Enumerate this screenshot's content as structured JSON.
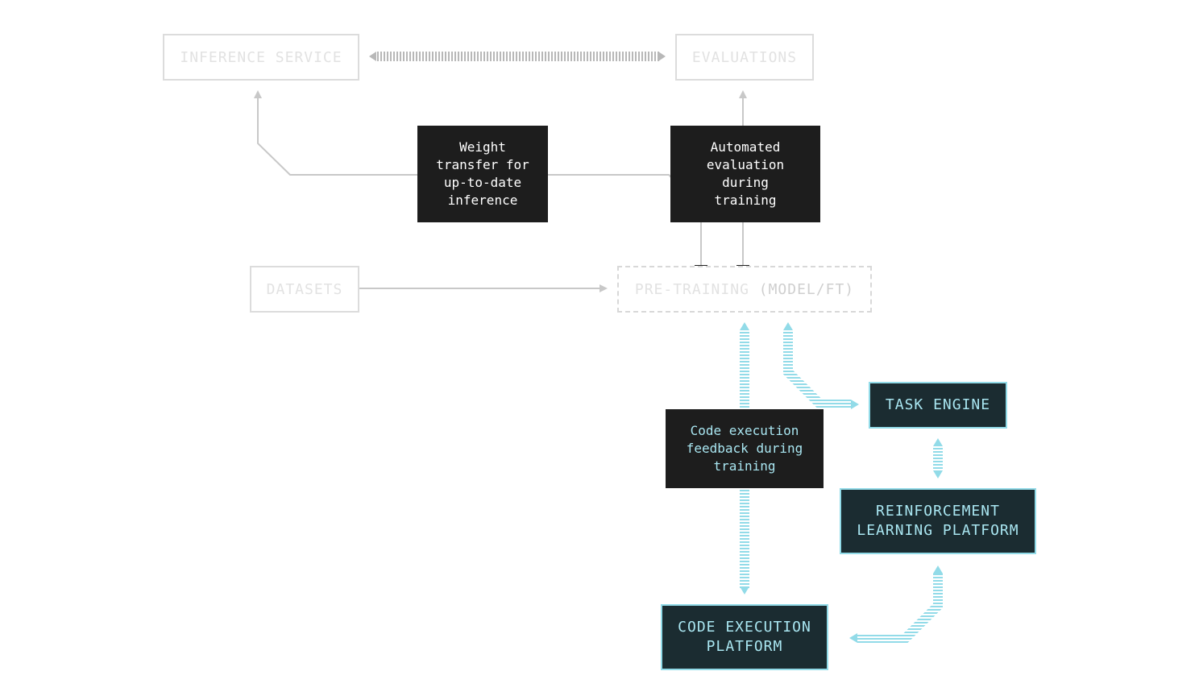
{
  "nodes": {
    "inference_service": "INFERENCE SERVICE",
    "evaluations": "EVALUATIONS",
    "datasets": "DATASETS",
    "pretraining": {
      "main": "PRE-TRAINING",
      "suffix": "(MODEL/FT)"
    },
    "task_engine": "TASK ENGINE",
    "rl_platform": "REINFORCEMENT\nLEARNING PLATFORM",
    "code_execution_platform": "CODE EXECUTION\nPLATFORM"
  },
  "annotations": {
    "weight_transfer": "Weight\ntransfer for\nup-to-date\ninference",
    "automated_evaluation": "Automated\nevaluation\nduring\ntraining",
    "code_execution_feedback": "Code execution\nfeedback during\ntraining"
  },
  "colors": {
    "gray_connector": "#c8c8c8",
    "cyan_connector": "#92dbe8",
    "teal_fill": "#1b2c31",
    "note_fill": "#1d1d1d"
  }
}
